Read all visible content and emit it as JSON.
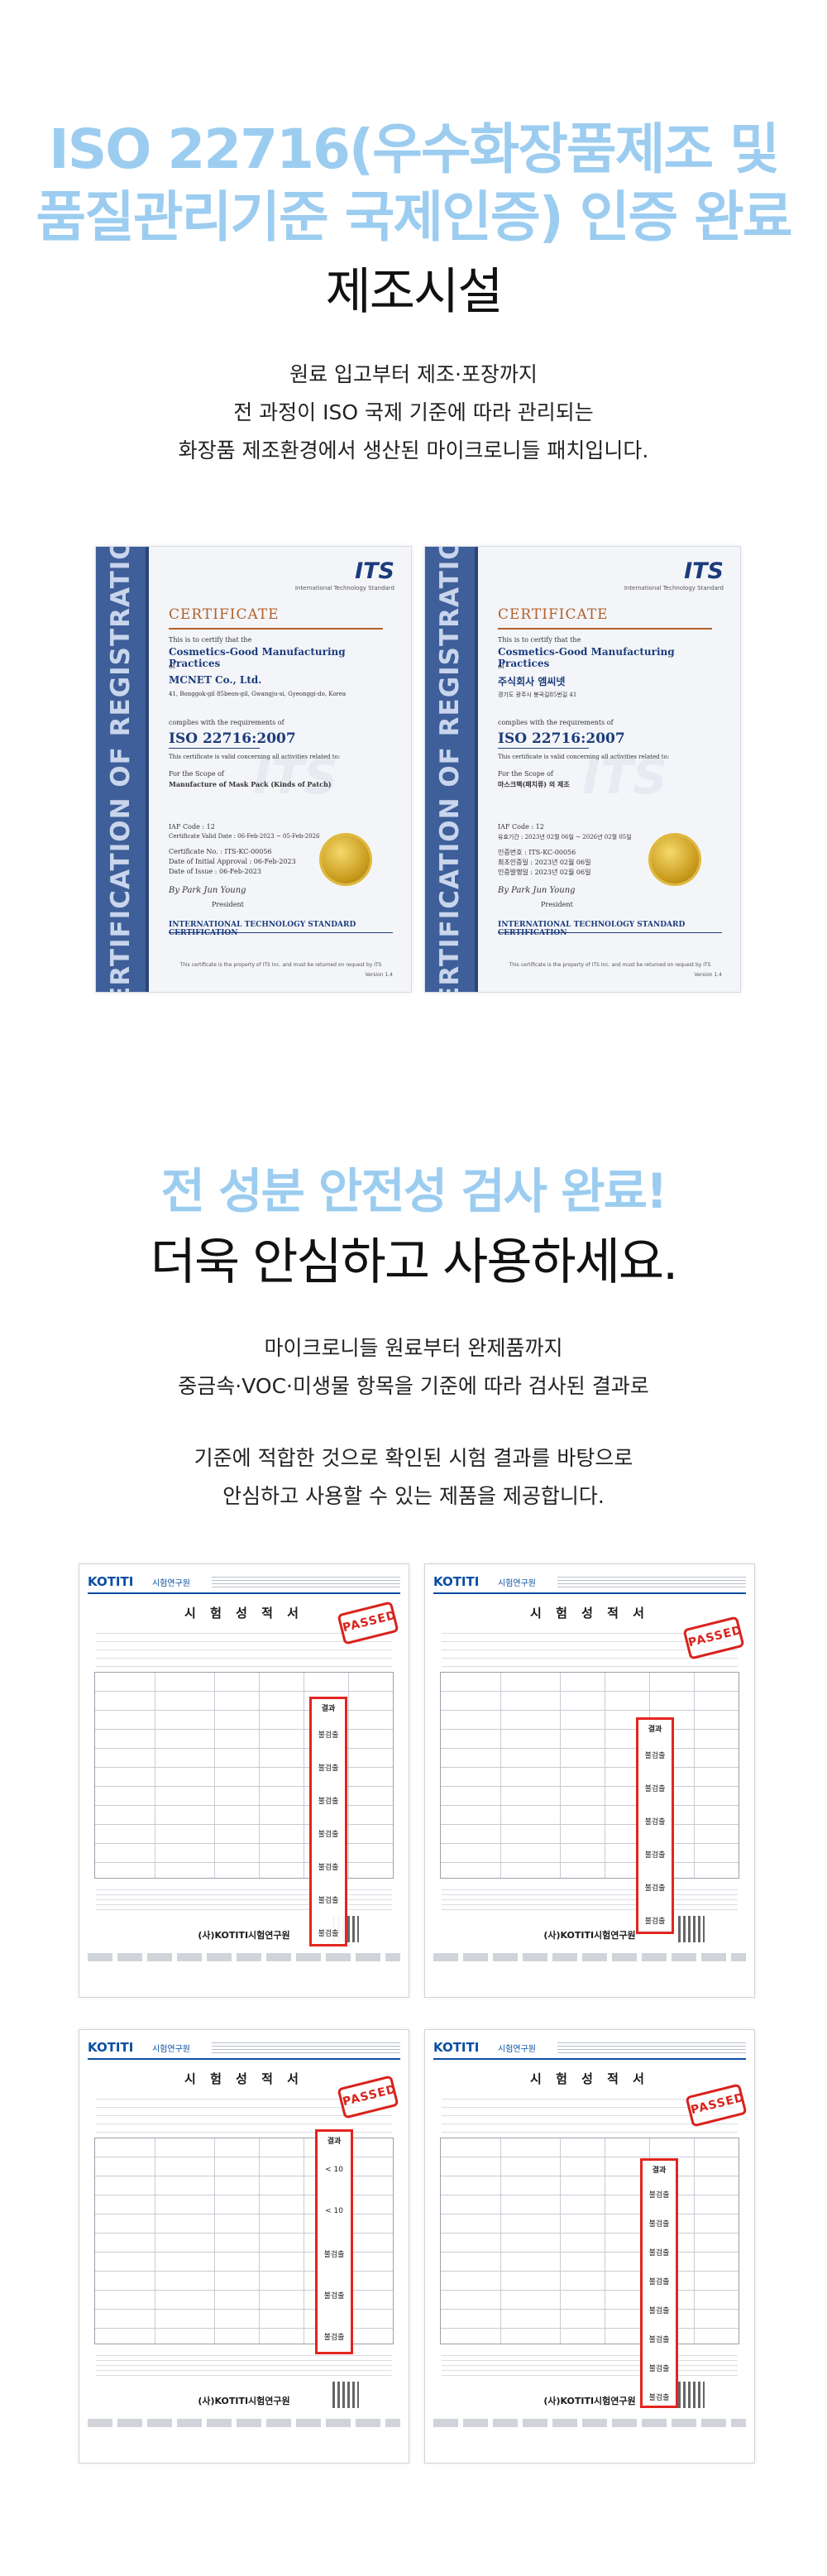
{
  "section1": {
    "headline_line1": "ISO 22716(우수화장품제조 및",
    "headline_line2": "품질관리기준 국제인증) 인증 완료",
    "subheadline": "제조시설",
    "body": [
      "원료 입고부터 제조·포장까지",
      "전 과정이 ISO 국제 기준에 따라 관리되는",
      "화장품 제조환경에서 생산된 마이크로니들 패치입니다."
    ],
    "certificates": [
      {
        "band_text": "CERTIFICATION OF REGISTRATION",
        "brand": "ITS",
        "brand_sub": "International Technology Standard",
        "title": "CERTIFICATE",
        "certify": "This is to certify that the",
        "program": "Cosmetics-Good Manufacturing Practices",
        "of": "of",
        "company": "MCNET Co., Ltd.",
        "address": "41, Bonggok-gil 85beon-gil, Gwangju-si, Gyeonggi-do, Korea",
        "complies": "complies with the requirements of",
        "standard": "ISO 22716:2007",
        "valid_note": "This certificate is valid concerning all activities related to:",
        "scope_label": "For the Scope of",
        "scope": "Manufacture of Mask Pack (Kinds of Patch)",
        "iaf": "IAF Code :  12",
        "validity": "Certificate Valid Date :  06-Feb-2023  ~  05-Feb-2026",
        "cert_no": "Certificate No. :  ITS-KC-00056",
        "initial": "Date of Initial Approval :  06-Feb-2023",
        "issue": "Date of Issue :  06-Feb-2023",
        "signature": "By Park Jun Young",
        "president": "President",
        "footer": "INTERNATIONAL TECHNOLOGY STANDARD CERTIFICATION",
        "property": "This certificate is the property of ITS Inc. and must be returned on request by ITS",
        "version": "Version 1.4"
      },
      {
        "band_text": "CERTIFICATION OF REGISTRATION",
        "brand": "ITS",
        "brand_sub": "International Technology Standard",
        "title": "CERTIFICATE",
        "certify": "This is to certify that the",
        "program": "Cosmetics-Good Manufacturing Practices",
        "of": "of",
        "company": "주식회사 엠씨넷",
        "address": "경기도 광주시 봉곡길85번길 41",
        "complies": "complies with the requirements of",
        "standard": "ISO 22716:2007",
        "valid_note": "This certificate is valid concerning all activities related to:",
        "scope_label": "For the Scope of",
        "scope": "마스크팩(패치류) 의 제조",
        "iaf": "IAF Code :  12",
        "validity": "유효기간 :  2023년 02월 06일  ~  2026년 02월 05일",
        "cert_no": "인증번호 :  ITS-KC-00056",
        "initial": "최초인증일 :  2023년 02월 06일",
        "issue": "인증발행일 :  2023년 02월 06일",
        "signature": "By Park Jun Young",
        "president": "President",
        "footer": "INTERNATIONAL TECHNOLOGY STANDARD CERTIFICATION",
        "property": "This certificate is the property of ITS Inc. and must be returned on request by ITS",
        "version": "Version 1.4"
      }
    ]
  },
  "section2": {
    "headline": "전 성분 안전성 검사 완료!",
    "subheadline": "더욱 안심하고 사용하세요.",
    "body1": [
      "마이크로니들 원료부터 완제품까지",
      "중금속·VOC·미생물 항목을 기준에 따라 검사된 결과로"
    ],
    "body2": [
      "기준에 적합한 것으로 확인된 시험 결과를 바탕으로",
      "안심하고 사용할 수 있는 제품을 제공합니다."
    ],
    "reports": [
      {
        "brand": "KOTITI",
        "brand_ko": "시험연구원",
        "title": "시 험 성 적 서",
        "stamp": "PASSED",
        "result_header": "결과",
        "results": [
          "불검출",
          "불검출",
          "불검출",
          "불검출",
          "불검출",
          "불검출",
          "불검출"
        ],
        "issuer": "(사)KOTITI시험연구원"
      },
      {
        "brand": "KOTITI",
        "brand_ko": "시험연구원",
        "title": "시 험 성 적 서",
        "stamp": "PASSED",
        "result_header": "결과",
        "results": [
          "불검출",
          "불검출",
          "불검출",
          "불검출",
          "불검출",
          "불검출"
        ],
        "issuer": "(사)KOTITI시험연구원"
      },
      {
        "brand": "KOTITI",
        "brand_ko": "시험연구원",
        "title": "시 험 성 적 서",
        "stamp": "PASSED",
        "result_header": "결과",
        "results": [
          "< 10",
          "< 10",
          "불검출",
          "불검출",
          "불검출"
        ],
        "issuer": "(사)KOTITI시험연구원"
      },
      {
        "brand": "KOTITI",
        "brand_ko": "시험연구원",
        "title": "시 험 성 적 서",
        "stamp": "PASSED",
        "result_header": "결과",
        "results": [
          "불검출",
          "불검출",
          "불검출",
          "불검출",
          "불검출",
          "불검출",
          "불검출",
          "불검출"
        ],
        "issuer": "(사)KOTITI시험연구원"
      }
    ]
  }
}
